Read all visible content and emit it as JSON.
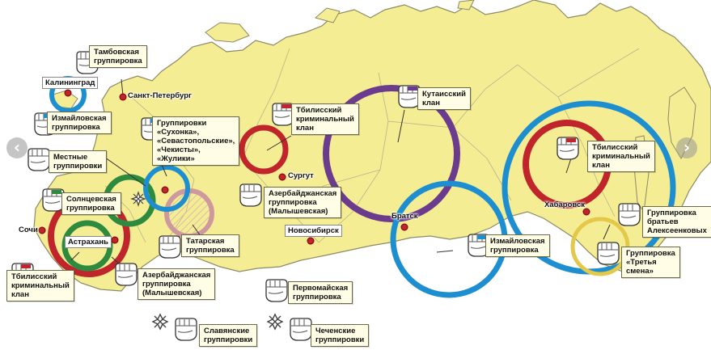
{
  "cities": {
    "kaliningrad": "Калининград",
    "spb": "Санкт-Петербург",
    "surgut": "Сургут",
    "novosibirsk": "Новосибирск",
    "bratsk": "Братск",
    "khabarovsk": "Хабаровск",
    "sochi": "Сочи",
    "astrakhan": "Астрахань"
  },
  "labels": {
    "tambov": [
      "Тамбовская",
      "группировка"
    ],
    "izmailovo_west": [
      "Измайловская",
      "группировка"
    ],
    "groups_moscow": [
      "Группировки",
      "«Сухонка»,",
      "«Севастопольские»,",
      "«Чекисты»,",
      "«Жулики»"
    ],
    "tbilisi_center": [
      "Тбилисский",
      "криминальный",
      "клан"
    ],
    "kutaisi": [
      "Кутаисский",
      "клан"
    ],
    "local": [
      "Местные",
      "группировки"
    ],
    "solntsevo": [
      "Солнцевская",
      "группировка"
    ],
    "azerbaijan_center": [
      "Азербайджанская",
      "группировка",
      "(Малышевская)"
    ],
    "tatar": [
      "Татарская",
      "группировка"
    ],
    "tbilisi_east": [
      "Тбилисский",
      "криминальный",
      "клан"
    ],
    "alekseenko": [
      "Группировка",
      "братьев",
      "Алексеенковых"
    ],
    "third_shift": [
      "Группировка",
      "«Третья",
      "смена»"
    ],
    "izmailovo_east": [
      "Измайловская",
      "группировка"
    ],
    "pervomaisk": [
      "Первомайская",
      "группировка"
    ],
    "tbilisi_south": [
      "Тбилисский",
      "криминальный",
      "клан"
    ],
    "azerbaijan_south": [
      "Азербайджанская",
      "группировка",
      "(Малышевская)"
    ]
  },
  "legend": {
    "slavic": [
      "Славянские",
      "группировки"
    ],
    "chechen": [
      "Чеченские",
      "группировки"
    ]
  },
  "nav": {
    "prev": "‹",
    "next": "›"
  },
  "colors": {
    "land": "#f5ed93",
    "border": "#8c8a66",
    "red": "#c0252b",
    "blue": "#1d8fd0",
    "green": "#2e8a3e",
    "purple": "#6b3b8e",
    "mauve": "#c98fa0",
    "gold": "#e4c84a"
  }
}
